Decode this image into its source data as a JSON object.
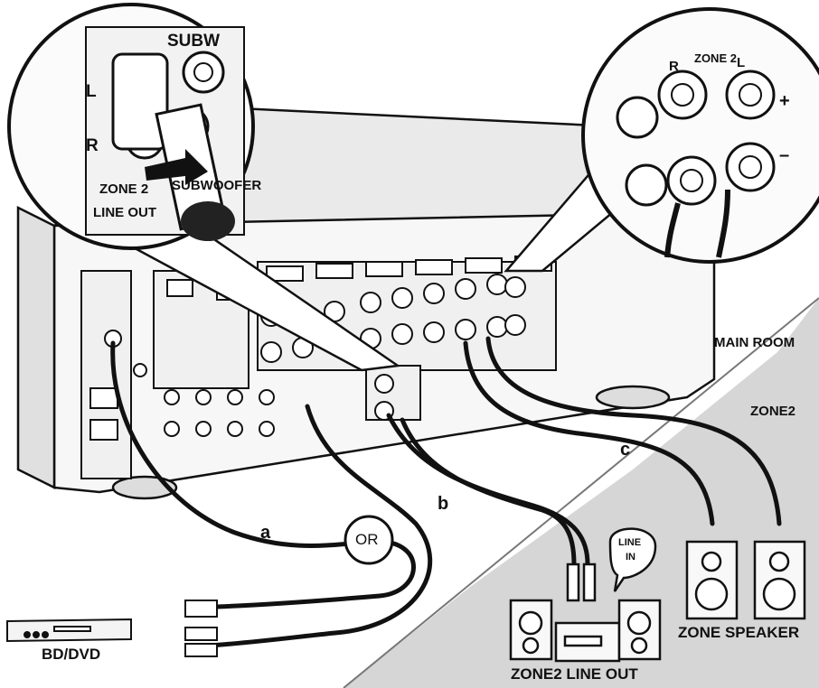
{
  "zoom_left": {
    "subwoofer_top": "SUBW",
    "channel_l": "L",
    "channel_r": "R",
    "zone_label": "ZONE 2",
    "subwoofer_bottom": "SUBWOOFER",
    "line_out": "LINE OUT"
  },
  "zoom_right": {
    "zone_label": "ZONE 2",
    "channel_r": "R",
    "channel_l": "L",
    "plus": "+",
    "minus": "–"
  },
  "areas": {
    "main_room": "MAIN ROOM",
    "zone2": "ZONE2"
  },
  "cables": {
    "a": "a",
    "b": "b",
    "c": "c",
    "or": "OR"
  },
  "devices": {
    "player": "BD/DVD",
    "line_in_top": "LINE",
    "line_in_bottom": "IN",
    "zone2_line_out": "ZONE2 LINE OUT",
    "zone_speaker": "ZONE SPEAKER"
  },
  "colors": {
    "line": "#111111",
    "shade": "#d9d9d9",
    "panel": "#f2f2f2"
  }
}
